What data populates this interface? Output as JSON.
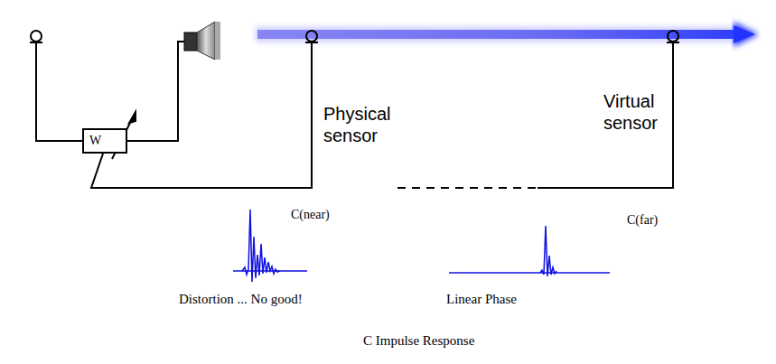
{
  "diagram": {
    "caption": "C Impulse Response",
    "nodes": [
      {
        "text": [
          "W"
        ]
      }
    ],
    "labels": [
      "Physical sensor",
      "Virtual sensor",
      "C(near)",
      "C(far)",
      "Distortion ... No good!",
      "Linear Phase"
    ]
  }
}
